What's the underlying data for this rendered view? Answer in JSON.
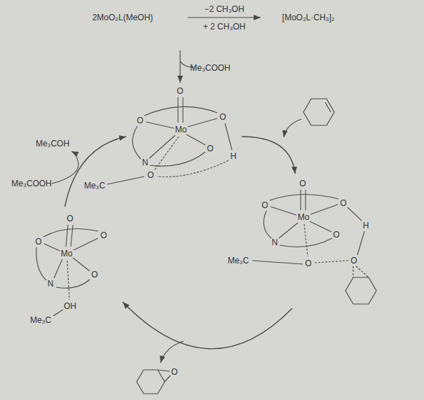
{
  "diagram": {
    "nodes": [
      {
        "text": [
          "Mo"
        ]
      },
      {
        "text": [
          "Mo"
        ]
      },
      {
        "text": [
          "Mo"
        ]
      }
    ],
    "edges": [
      {
        "from": 0,
        "to": 1,
        "arrow": "to"
      },
      {
        "from": 1,
        "to": 2,
        "arrow": "to"
      },
      {
        "from": 2,
        "to": 0,
        "arrow": "to"
      }
    ],
    "labels": [
      "2MoO₂L(MeOH)",
      "−2 CH₃OH",
      "+ 2 CH₃OH",
      "[MoO₂L·CH₃]₂",
      "Me₃COOH",
      "O",
      "O",
      "O",
      "N",
      "O",
      "H",
      "O",
      "Me₃C",
      "O",
      "O",
      "O",
      "N",
      "O",
      "H",
      "O",
      "Me₃C",
      "O",
      "Me₃COH",
      "Me₃COOH",
      "O",
      "O",
      "O",
      "N",
      "O",
      "OH",
      "Me₃C",
      "O"
    ]
  }
}
